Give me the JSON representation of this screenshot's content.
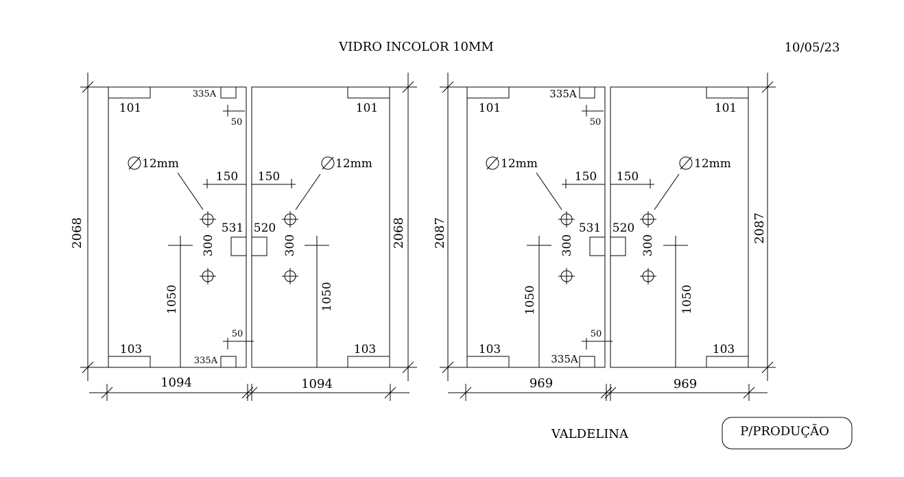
{
  "header": {
    "title": "VIDRO INCOLOR 10MM",
    "date": "10/05/23"
  },
  "footer": {
    "client": "VALDELINA",
    "stamp": "P/PRODUÇÃO"
  },
  "panels": [
    {
      "hardware_top_outer": "101",
      "hardware_bottom_outer": "103",
      "hardware_top_inner": "335A",
      "hardware_bottom_inner": "335A",
      "offset_top": "50",
      "offset_bottom": "50",
      "hole_diameter": "12mm",
      "hole_offset": "150",
      "hole_spacing": "300",
      "handle_height": "1050",
      "handle_label": "531",
      "width": "1094",
      "height": "2068"
    },
    {
      "hardware_top_outer": "101",
      "hardware_bottom_outer": "103",
      "hole_diameter": "12mm",
      "hole_offset": "150",
      "hole_spacing": "300",
      "handle_height": "1050",
      "handle_label": "520",
      "width": "1094",
      "height": "2068"
    },
    {
      "hardware_top_outer": "101",
      "hardware_bottom_outer": "103",
      "hardware_top_inner": "335A",
      "hardware_bottom_inner": "335A",
      "offset_top": "50",
      "offset_bottom": "50",
      "hole_diameter": "12mm",
      "hole_offset": "150",
      "hole_spacing": "300",
      "handle_height": "1050",
      "handle_label": "531",
      "width": "969",
      "height": "2087"
    },
    {
      "hardware_top_outer": "101",
      "hardware_bottom_outer": "103",
      "hole_diameter": "12mm",
      "hole_offset": "150",
      "hole_spacing": "300",
      "handle_height": "1050",
      "handle_label": "520",
      "width": "969",
      "height": "2087"
    }
  ]
}
